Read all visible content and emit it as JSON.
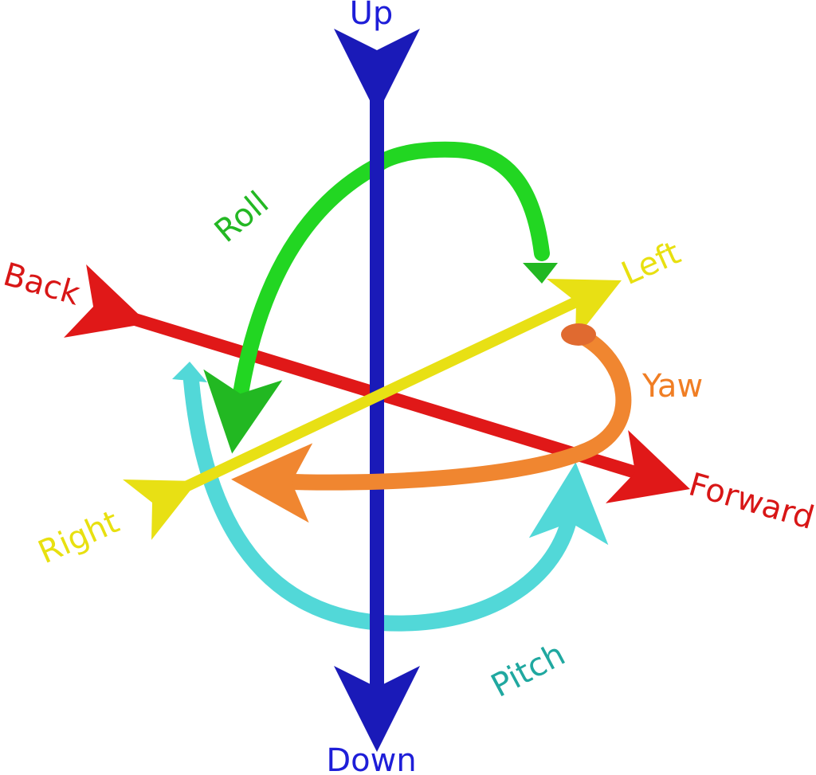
{
  "labels": {
    "up": "Up",
    "down": "Down",
    "back": "Back",
    "forward": "Forward",
    "left": "Left",
    "right": "Right",
    "roll": "Roll",
    "yaw": "Yaw",
    "pitch": "Pitch"
  },
  "colors": {
    "vertical_axis": "#1a1ab8",
    "longitudinal_axis": "#e01818",
    "lateral_axis": "#e8e014",
    "roll": "#22d622",
    "yaw": "#f08630",
    "pitch": "#52d8d8"
  }
}
